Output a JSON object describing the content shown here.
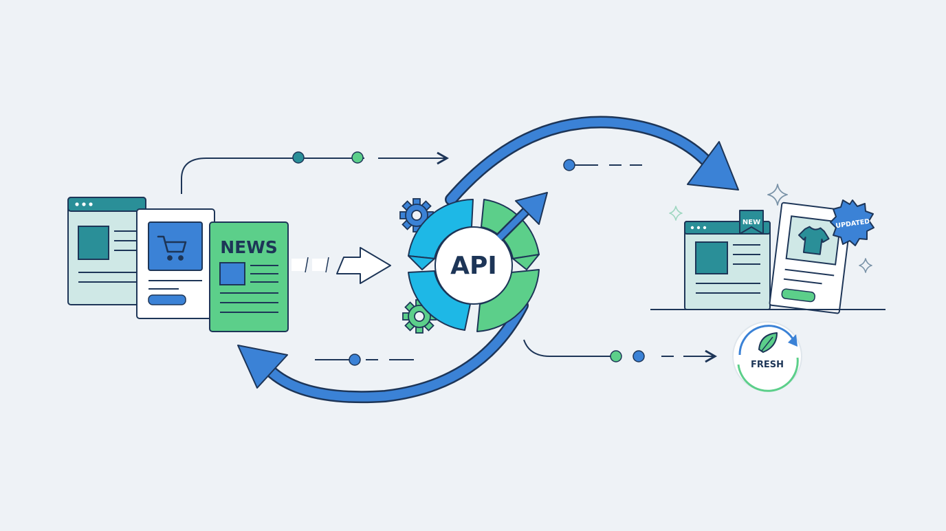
{
  "diagram": {
    "center_label": "API",
    "source_pages": {
      "news_label": "NEWS"
    },
    "output_pages": {
      "new_ribbon": "NEW",
      "updated_badge": "UPDATED"
    },
    "fresh_badge": {
      "label": "FRESH"
    },
    "icons": [
      "browser-page-icon",
      "shopping-cart-icon",
      "newspaper-icon",
      "gear-icon",
      "refresh-cycle-icon",
      "up-arrow-icon",
      "t-shirt-icon",
      "leaf-icon",
      "sparkle-icon"
    ]
  },
  "colors": {
    "background": "#eef2f6",
    "navy": "#1d3557",
    "blue": "#3b82d6",
    "cyan": "#1eb8e6",
    "green": "#5ccf8a",
    "teal": "#2a8f98",
    "light_teal": "#cfe8e6",
    "light_green": "#dff3e6"
  }
}
